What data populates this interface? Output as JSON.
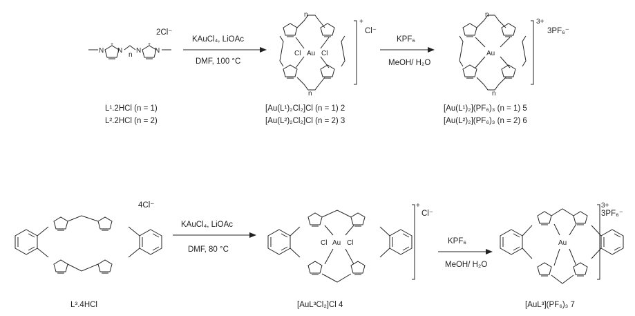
{
  "top": {
    "reaction1": {
      "reagents": "KAuCl₄, LiOAc",
      "conditions": "DMF, 100 °C"
    },
    "reaction2": {
      "reagents": "KPF₆",
      "conditions": "MeOH/ H₂O"
    },
    "ligand_counterion": "2Cl⁻",
    "ligand_labels": [
      "L¹.2HCl (n = 1)",
      "L².2HCl (n = 2)"
    ],
    "complex_a": {
      "charge": "+",
      "counterion": "Cl⁻",
      "metal": "Au",
      "ligands_left": "Cl",
      "ligands_right": "Cl",
      "labels": [
        "[Au(L¹)₂Cl₂]Cl (n = 1) 2",
        "[Au(L²)₂Cl₂]Cl (n = 2) 3"
      ]
    },
    "complex_b": {
      "charge": "3+",
      "counterion": "3PF₆⁻",
      "metal": "Au",
      "labels": [
        "[Au(L¹)₂](PF₆)₃ (n = 1) 5",
        "[Au(L²)₂](PF₆)₃ (n = 2) 6"
      ]
    }
  },
  "bottom": {
    "reaction1": {
      "reagents": "KAuCl₄, LiOAc",
      "conditions": "DMF, 80 °C"
    },
    "reaction2": {
      "reagents": "KPF₆",
      "conditions": "MeOH/ H₂O"
    },
    "ligand_counterion": "4Cl⁻",
    "ligand_label": "L³.4HCl",
    "complex_a": {
      "charge": "+",
      "counterion": "Cl⁻",
      "metal": "Au",
      "label": "[AuL³Cl₂]Cl 4"
    },
    "complex_b": {
      "charge": "3+",
      "counterion": "3PF₆⁻",
      "metal": "Au",
      "label": "[AuL³](PF₆)₃ 7"
    }
  },
  "atoms": {
    "N": "N",
    "n": "n",
    "plus": "+"
  }
}
